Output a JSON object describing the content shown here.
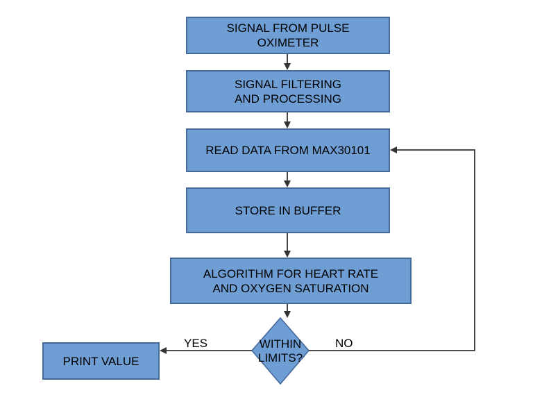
{
  "diagram": {
    "type": "flowchart",
    "nodes": [
      {
        "id": "signal-from-pulse-oximeter",
        "shape": "rect",
        "lines": [
          "SIGNAL FROM PULSE",
          "OXIMETER"
        ]
      },
      {
        "id": "signal-filtering",
        "shape": "rect",
        "lines": [
          "SIGNAL FILTERING",
          "AND PROCESSING"
        ]
      },
      {
        "id": "read-data-max30101",
        "shape": "rect",
        "lines": [
          "READ DATA FROM MAX30101"
        ]
      },
      {
        "id": "store-in-buffer",
        "shape": "rect",
        "lines": [
          "STORE IN BUFFER"
        ]
      },
      {
        "id": "algorithm",
        "shape": "rect",
        "lines": [
          "ALGORITHM FOR HEART RATE",
          "AND OXYGEN SATURATION"
        ]
      },
      {
        "id": "within-limits",
        "shape": "diamond",
        "lines": [
          "WITHIN",
          "LIMITS?"
        ]
      },
      {
        "id": "print-value",
        "shape": "rect",
        "lines": [
          "PRINT VALUE"
        ]
      }
    ],
    "edges": [
      {
        "from": "signal-from-pulse-oximeter",
        "to": "signal-filtering",
        "label": ""
      },
      {
        "from": "signal-filtering",
        "to": "read-data-max30101",
        "label": ""
      },
      {
        "from": "read-data-max30101",
        "to": "store-in-buffer",
        "label": ""
      },
      {
        "from": "store-in-buffer",
        "to": "algorithm",
        "label": ""
      },
      {
        "from": "algorithm",
        "to": "within-limits",
        "label": ""
      },
      {
        "from": "within-limits",
        "to": "print-value",
        "label": "YES"
      },
      {
        "from": "within-limits",
        "to": "read-data-max30101",
        "label": "NO"
      }
    ]
  },
  "colors": {
    "node_fill": "#6f9ed4",
    "node_border": "#45699a",
    "line": "#333333",
    "text": "#000000",
    "bg": "#ffffff"
  }
}
